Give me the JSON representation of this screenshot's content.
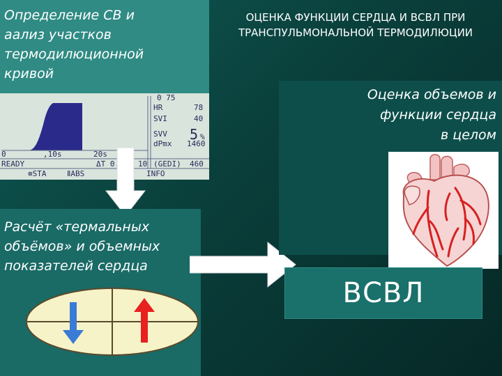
{
  "slide": {
    "title": "ОЦЕНКА ФУНКЦИИ СЕРДЦА И ВСВЛ ПРИ\nТРАНСПУЛЬМОНАЛЬНОЙ ТЕРМОДИЛЮЦИИ",
    "top_left_text": "Определение СВ и\nаализ участков\nтермодилюционной\nкривой",
    "bottom_left_text": "Расчёт «термальных\nобъёмов» и объемных\nпоказателей сердца",
    "right_text": "Оценка объемов и\nфункции сердца\nв целом",
    "vsvl_label": "ВСВЛ"
  },
  "monitor": {
    "hr_label": "HR",
    "hr_value": "78",
    "svi_label": "SVI",
    "svi_value": "40",
    "svv_label": "SVV",
    "svv_value": "5",
    "svv_unit": "%",
    "dpmx_label": "dPmx",
    "dpmx_value": "1460",
    "gedi_label": "(GEDI)",
    "gedi_value": "460",
    "axis_0": "0",
    "axis_10s": ",10s",
    "axis_20s": "20s",
    "status_ready": "READY",
    "delta_t": "ΔT 0.31",
    "value_10": "10",
    "btn_sta": "⊗STA",
    "btn_abs": "ⅡABS",
    "btn_info": "INFO",
    "top_partial": "0 75"
  },
  "colors": {
    "curve": "#2a2a8a",
    "arrow_blue": "#3a7bd5",
    "arrow_red": "#e82020",
    "ellipse_fill": "#f6f3c8",
    "heart_vessel": "#d82020"
  },
  "icons": {
    "down_arrow": "arrow-down-icon",
    "right_arrow": "arrow-right-icon",
    "blue_arrow": "arrow-down-blue-icon",
    "red_arrow": "arrow-up-red-icon",
    "heart": "heart-illustration"
  }
}
